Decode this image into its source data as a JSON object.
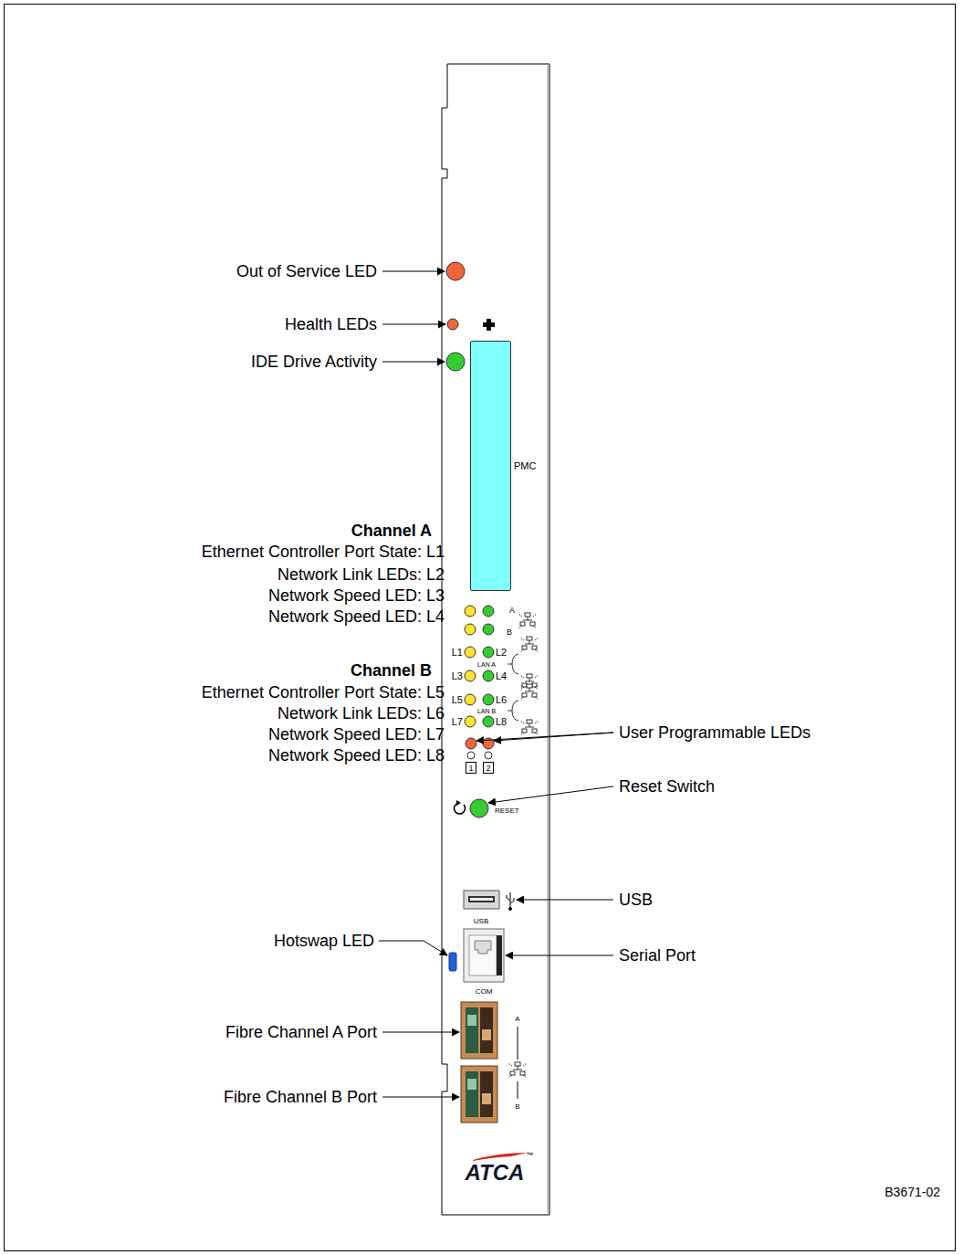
{
  "diagram": {
    "nodes": [
      {
        "text": [
          "PMC"
        ]
      }
    ],
    "labels": [
      "Out of Service LED",
      "Health LEDs",
      "IDE Drive Activity",
      "Channel A",
      "Ethernet Controller Port State: L1",
      "Network Link LEDs: L2",
      "Network Speed LED: L3",
      "Network Speed LED: L4",
      "Channel B",
      "Ethernet Controller Port State: L5",
      "Network Link LEDs: L6",
      "Network Speed LED: L7",
      "Network Speed LED: L8",
      "A",
      "B",
      "L1",
      "L2",
      "LAN A",
      "L3",
      "L4",
      "L5",
      "L6",
      "LAN B",
      "L7",
      "L8",
      "User Programmable LEDs",
      "1",
      "2",
      "Reset Switch",
      "RESET",
      "USB",
      "USB",
      "Hotswap LED",
      "Serial Port",
      "COM",
      "Fibre Channel A Port",
      "Fibre Channel B Port",
      "A",
      "B",
      "ATCA",
      "™",
      "B3671-02"
    ]
  }
}
